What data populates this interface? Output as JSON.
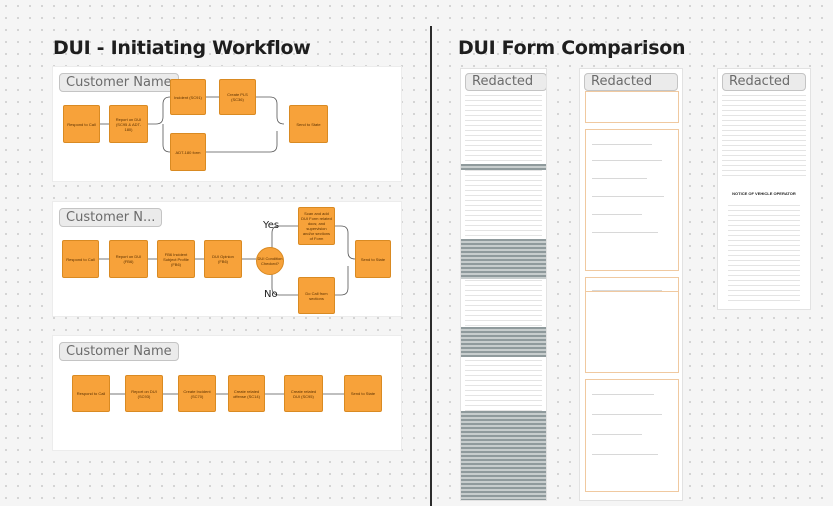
{
  "left_title": "DUI - Initiating Workflow",
  "right_title": "DUI Form Comparison",
  "workflows": [
    {
      "tag": "Customer Name",
      "nodes": [
        "Respond to Call",
        "Report on DUI (SC95 & ADT-180)",
        "Incident (SC91)",
        "Create PLS (SC36)",
        "ADT-180 form",
        "Send to State"
      ]
    },
    {
      "tag": "Customer N...",
      "nodes": [
        "Respond to Call",
        "Report on DUI (FB6)",
        "FB6 Incident Subject Profile (FB6)",
        "DUI Opinion (FB6)",
        "DUI Condition Checked?",
        "Scan and add DUI Form related docs; and supervision and/or sections of Form",
        "Do Call from sections",
        "Send to State"
      ],
      "yes_label": "Yes",
      "no_label": "No"
    },
    {
      "tag": "Customer Name",
      "nodes": [
        "Respond to Call",
        "Report on DUI (SC93)",
        "Create Incident (SC70)",
        "Create related offense (SC14)",
        "Create related DUI (SC95)",
        "Send to State"
      ]
    }
  ],
  "forms": [
    {
      "tag": "Redacted"
    },
    {
      "tag": "Redacted"
    },
    {
      "tag": "Redacted",
      "heading": "NOTICE OF VEHICLE OPERATOR"
    }
  ],
  "colors": {
    "node": "#f7a23a",
    "node_border": "#d98a22",
    "canvas": "#f5f5f5",
    "panel": "#ffffff"
  }
}
